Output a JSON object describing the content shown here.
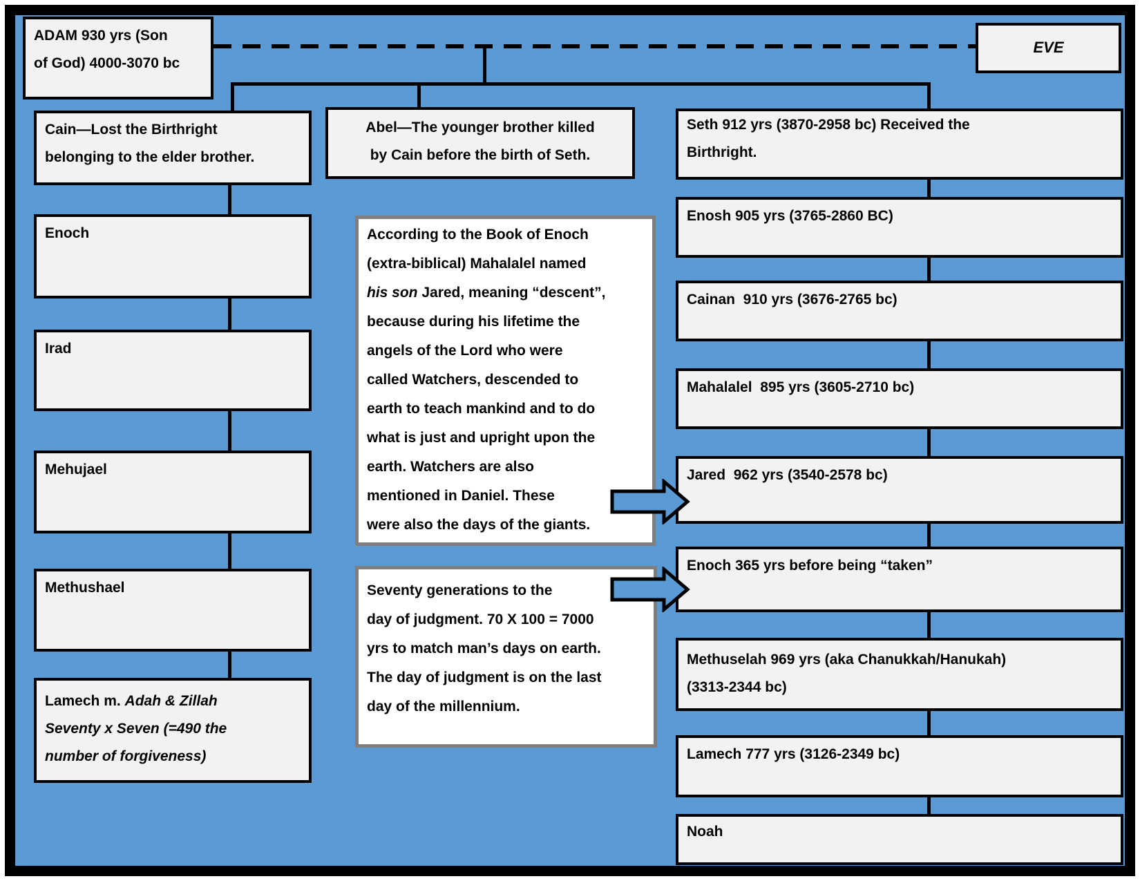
{
  "palette": {
    "background_blue": "#5b9bd5",
    "box_fill": "#f2f2f2",
    "note_fill": "#ffffff",
    "note_border": "#7f7f7f",
    "line_color": "#000000"
  },
  "parents": {
    "adam": {
      "lines": [
        "ADAM 930 yrs (Son",
        "of God) 4000-3070 bc"
      ]
    },
    "eve": {
      "label": "EVE"
    }
  },
  "cain_line": {
    "cain": {
      "lines": [
        "Cain—Lost the Birthright",
        "belonging to the elder brother."
      ]
    },
    "enoch": {
      "label": "Enoch"
    },
    "irad": {
      "label": "Irad"
    },
    "mehujael": {
      "label": "Mehujael"
    },
    "methushael": {
      "label": "Methushael"
    },
    "lamech": {
      "prefix": "Lamech m. ",
      "italic_line1": "Adah & Zillah",
      "italic_line2": "Seventy x Seven (=490 the",
      "italic_line3": "number of forgiveness)"
    }
  },
  "abel": {
    "lines": [
      "Abel—The younger brother killed",
      "by Cain before the birth of Seth."
    ]
  },
  "seth_line": {
    "seth": {
      "lines": [
        "Seth 912 yrs (3870-2958 bc) Received the",
        "Birthright."
      ]
    },
    "enosh": {
      "label": "Enosh 905 yrs (3765-2860 BC)"
    },
    "cainan": {
      "label": "Cainan  910 yrs (3676-2765 bc)"
    },
    "mahalalel": {
      "label": "Mahalalel  895 yrs (3605-2710 bc)"
    },
    "jared": {
      "label": "Jared  962 yrs (3540-2578 bc)"
    },
    "enoch": {
      "label": "Enoch 365 yrs before being “taken”"
    },
    "methuselah": {
      "lines": [
        "Methuselah 969 yrs (aka Chanukkah/Hanukah)",
        "(3313-2344 bc)"
      ]
    },
    "lamech": {
      "label": "Lamech 777 yrs (3126-2349 bc)"
    },
    "noah": {
      "label": "Noah"
    }
  },
  "notes": {
    "watchers": {
      "line1": "According to the Book of Enoch",
      "line2": "(extra-biblical) Mahalalel named",
      "line3_italic": "his son",
      "line3_rest": " Jared, meaning “descent”,",
      "line4": "because during his lifetime the",
      "line5": "angels of the Lord who were",
      "line6": "called Watchers, descended to",
      "line7": "earth to teach mankind and to do",
      "line8": "what is just and upright upon the",
      "line9": "earth. Watchers are also",
      "line10": "mentioned in Daniel. These",
      "line11": "were also the days of the giants."
    },
    "seventy_generations": {
      "line1": "Seventy generations to the",
      "line2": "day of judgment. 70 X 100 = 7000",
      "line3": "yrs to match man’s days on earth.",
      "line4": "The day of judgment is on the last",
      "line5": "day of the millennium."
    }
  }
}
